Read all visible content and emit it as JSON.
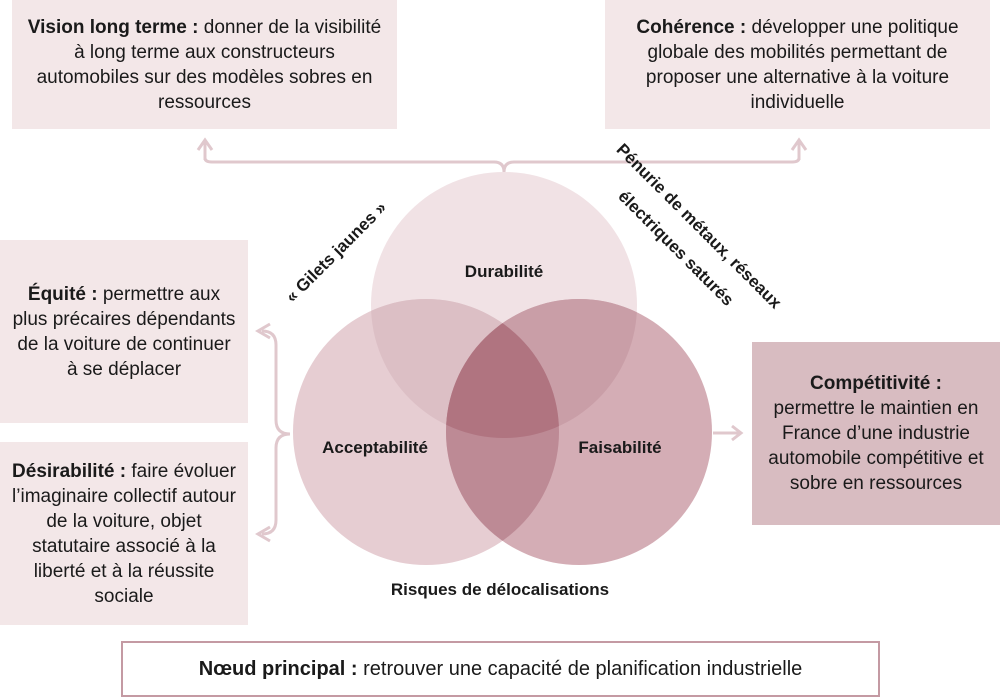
{
  "boxes": {
    "vision": {
      "title": "Vision long terme :",
      "text": "donner de la visibilité à long terme aux constructeurs automobiles sur des modèles sobres en ressources"
    },
    "coherence": {
      "title": "Cohérence :",
      "text": "développer une politique globale des mobilités permettant de proposer une alternative à la voiture individuelle"
    },
    "equite": {
      "title": "Équité :",
      "text": "permettre aux plus précaires dépendants de la voiture de continuer à se déplacer"
    },
    "desirabilite": {
      "title": "Désirabilité :",
      "text": "faire évoluer l’imaginaire collectif autour de la voiture, objet statutaire associé à la liberté et à la réussite sociale"
    },
    "competitivite": {
      "title": "Compétitivité :",
      "text": "permettre le maintien en France d’une industrie automobile compétitive et sobre en ressources"
    },
    "noeud": {
      "title": "Nœud principal :",
      "text": "retrouver une capacité de planification industrielle"
    }
  },
  "circles": {
    "durabilite": "Durabilité",
    "acceptabilite": "Acceptabilité",
    "faisabilite": "Faisabilité"
  },
  "annotations": {
    "gilets": "« Gilets jaunes »",
    "penurie_line1": "Pénurie de métaux, réseaux",
    "penurie_line2": "électriques saturés",
    "delocalisations": "Risques de délocalisations"
  },
  "colors": {
    "circle_top": "#f1e2e5",
    "circle_left": "#e6cdd2",
    "circle_right": "#d4adb5",
    "intersection_center": "#b07480",
    "bracket": "#e0c8cd"
  }
}
